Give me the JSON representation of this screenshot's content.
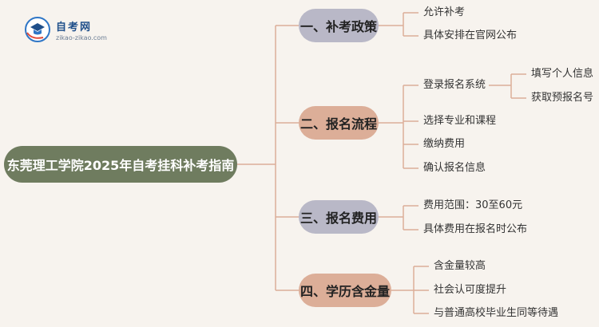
{
  "logo": {
    "title": "自考网",
    "url": "zikao-zikao.com"
  },
  "root": {
    "label": "东莞理工学院2025年自考挂科补考指南"
  },
  "branches": [
    {
      "label": "一、补考政策",
      "color": "#b9b8c7",
      "items": [
        {
          "label": "允许补考"
        },
        {
          "label": "具体安排在官网公布"
        }
      ]
    },
    {
      "label": "二、报名流程",
      "color": "#dcae98",
      "items": [
        {
          "label": "登录报名系统",
          "children": [
            {
              "label": "填写个人信息"
            },
            {
              "label": "获取预报名号"
            }
          ]
        },
        {
          "label": "选择专业和课程"
        },
        {
          "label": "缴纳费用"
        },
        {
          "label": "确认报名信息"
        }
      ]
    },
    {
      "label": "三、报名费用",
      "color": "#b9b8c7",
      "items": [
        {
          "label": "费用范围：30至60元"
        },
        {
          "label": "具体费用在报名时公布"
        }
      ]
    },
    {
      "label": "四、学历含金量",
      "color": "#dcae98",
      "items": [
        {
          "label": "含金量较高"
        },
        {
          "label": "社会认可度提升"
        },
        {
          "label": "与普通高校毕业生同等待遇"
        }
      ]
    }
  ],
  "colors": {
    "line": "#dcae98",
    "root": "#6f7c5f",
    "logo": "#1f4f8a"
  }
}
